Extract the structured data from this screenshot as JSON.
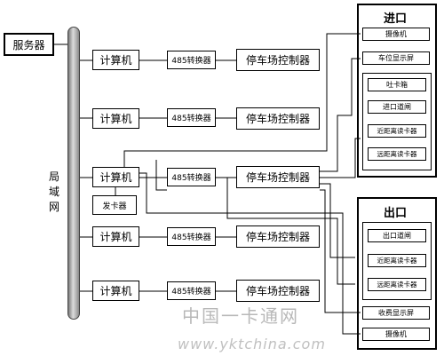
{
  "server": "服务器",
  "lan": [
    "局",
    "域",
    "网"
  ],
  "computer": "计算机",
  "converter": "485转换器",
  "controller": "停车场控制器",
  "card_issuer": "发卡器",
  "entrance": {
    "title": "进口",
    "camera": "摄像机",
    "space_display": "车位显示屏",
    "ticket_box": "吐卡箱",
    "gate": "进口道闸",
    "near_reader": "近距离读卡器",
    "far_reader": "远距离读卡器"
  },
  "exit": {
    "title": "出口",
    "gate": "出口道闸",
    "near_reader": "近距离读卡器",
    "far_reader": "远距离读卡器",
    "fee_display": "收费显示屏",
    "camera": "摄像机"
  },
  "watermark": {
    "cn": "中国一卡通网",
    "url": "www.yktchina.com"
  }
}
